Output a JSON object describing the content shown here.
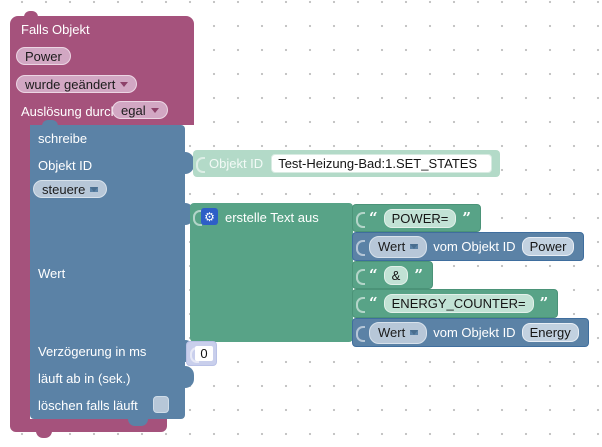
{
  "trigger_block": {
    "title": "Falls Objekt",
    "object_field": "Power",
    "event_dropdown": "wurde geändert",
    "trigger_label": "Auslösung durch",
    "trigger_dropdown": "egal"
  },
  "control_block": {
    "action_label": "schreibe",
    "object_id_label": "Objekt ID",
    "mode_dropdown": "steuere",
    "value_label": "Wert",
    "delay_label": "Verzögerung in ms",
    "delay_value": "0",
    "expire_label": "läuft ab in (sek.)",
    "clear_running_label": "löschen falls läuft"
  },
  "object_id_block": {
    "label": "Objekt ID",
    "value": "Test-Heizung-Bad:1.SET_STATES"
  },
  "text_join_block": {
    "label": "erstelle Text aus",
    "open_quote": "“",
    "close_quote": "”",
    "items": [
      {
        "kind": "string",
        "value": "POWER="
      },
      {
        "kind": "value",
        "attr_dropdown": "Wert",
        "label": "vom Objekt ID",
        "oid": "Power"
      },
      {
        "kind": "string",
        "value": "&"
      },
      {
        "kind": "string",
        "value": "ENERGY_COUNTER="
      },
      {
        "kind": "value",
        "attr_dropdown": "Wert",
        "label": "vom Objekt ID",
        "oid": "Energy"
      }
    ]
  },
  "icons": {
    "gear": "⚙"
  },
  "colors": {
    "trigger": "#a5527c",
    "control": "#5b82a6",
    "text_join": "#58a387",
    "object_id": "#b3dac8",
    "shadow_number": "#c9cfec"
  }
}
